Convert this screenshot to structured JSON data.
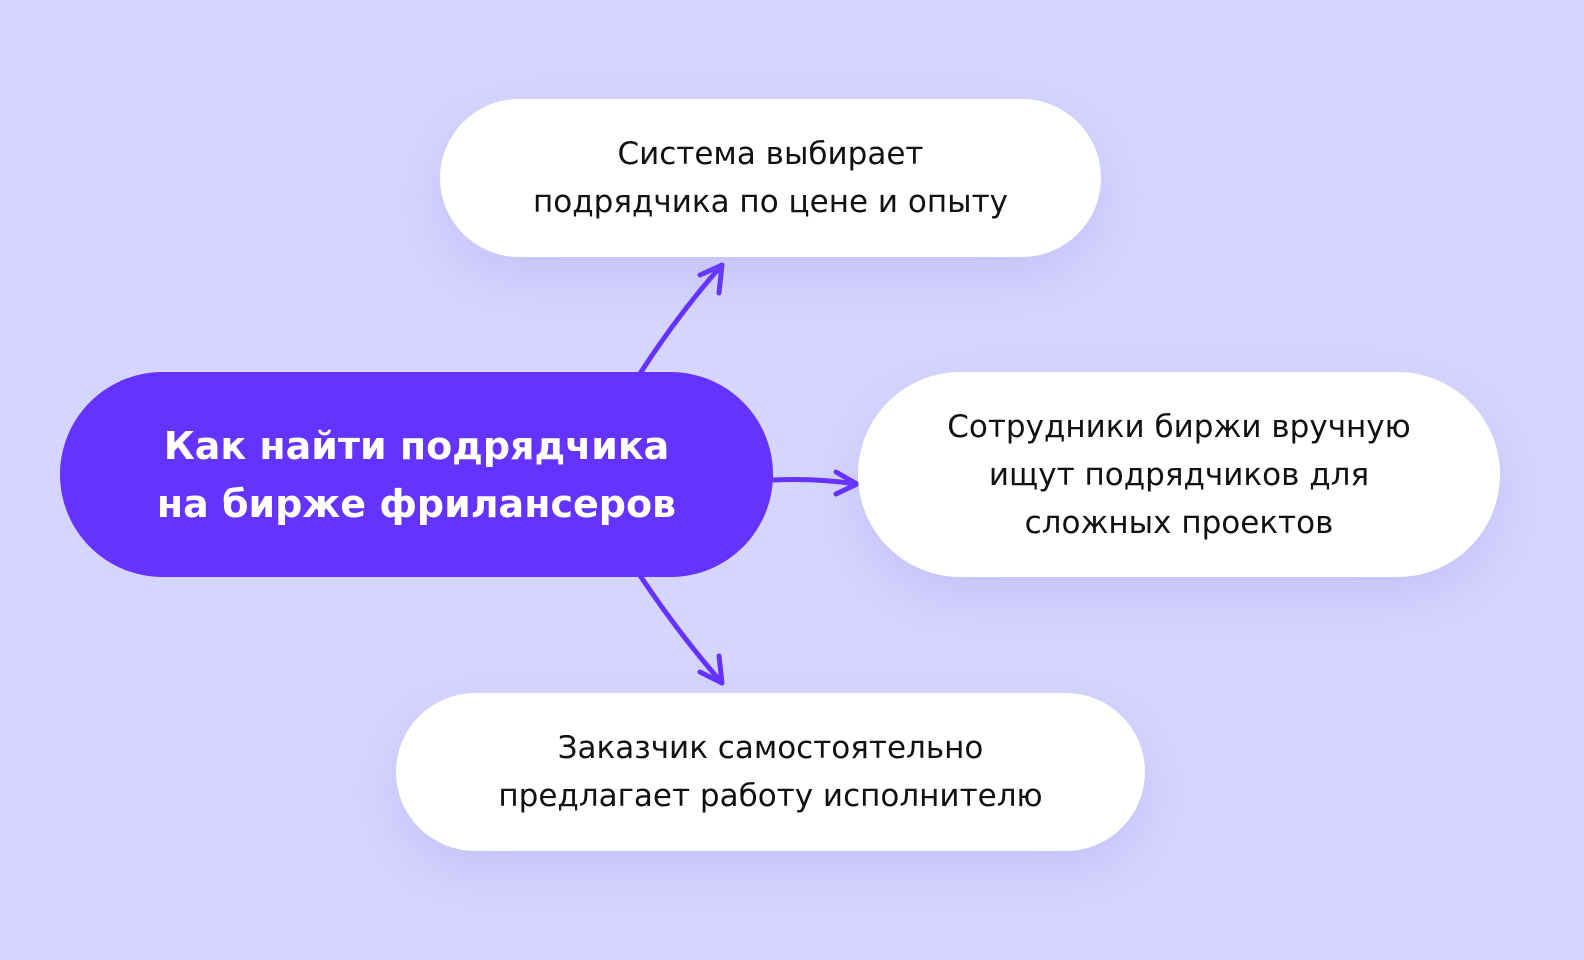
{
  "center": {
    "text": "Как найти подрядчика\nна бирже фрилансеров"
  },
  "options": [
    {
      "text": "Система выбирает\nподрядчика по цене и опыту"
    },
    {
      "text": "Сотрудники биржи вручную\nищут подрядчиков для\nсложных проектов"
    },
    {
      "text": "Заказчик самостоятельно\nпредлагает работу исполнителю"
    }
  ],
  "colors": {
    "background": "#d6d5fd",
    "accent": "#6433ff",
    "card": "#ffffff"
  }
}
